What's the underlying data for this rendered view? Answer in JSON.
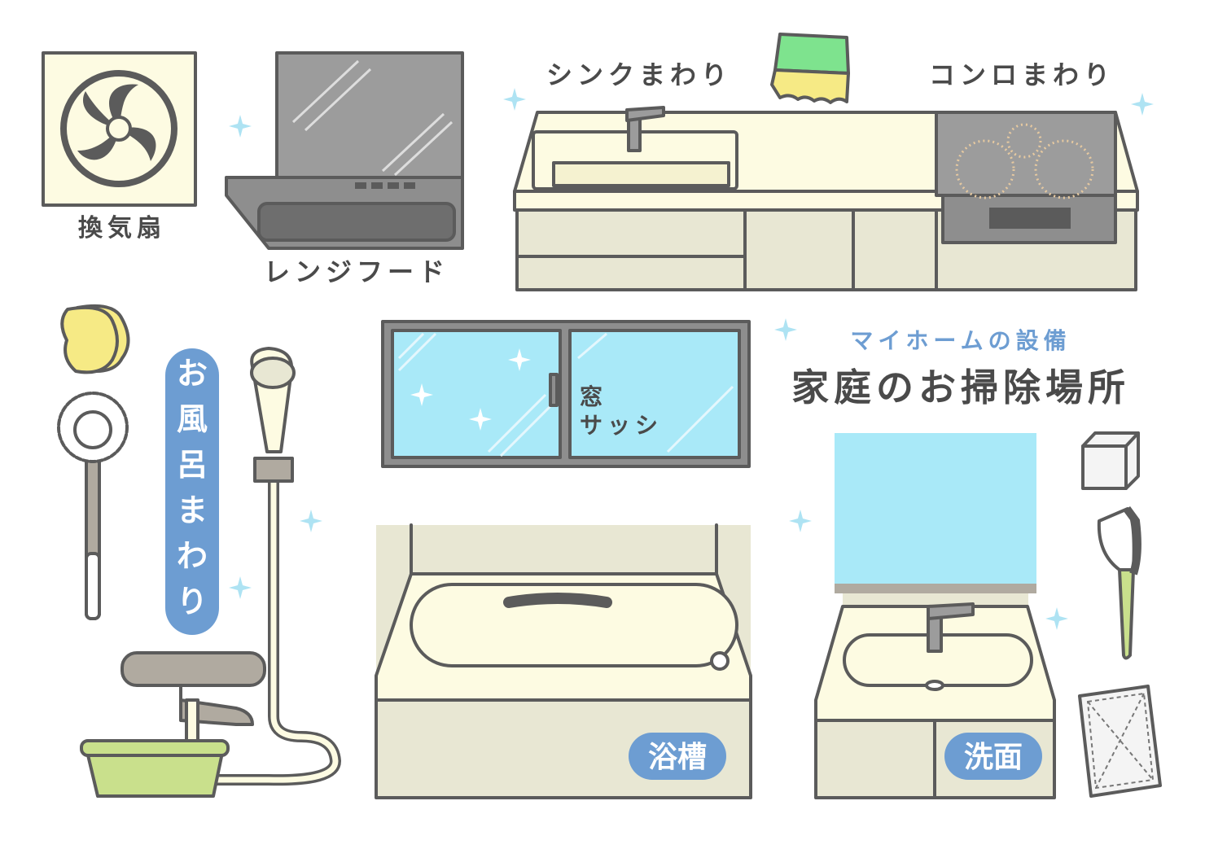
{
  "labels": {
    "fan": "換気扇",
    "range_hood": "レンジフード",
    "sink_area": "シンクまわり",
    "stove_area": "コンロまわり",
    "bath_area": [
      "お",
      "風",
      "呂",
      "ま",
      "わ",
      "り"
    ],
    "window_line1": "窓",
    "window_line2": "サッシ",
    "subtitle": "マイホームの設備",
    "title": "家庭のお掃除場所",
    "bathtub": "浴槽",
    "washbasin": "洗面"
  },
  "colors": {
    "outline": "#5b5b5b",
    "cream": "#fdfbe2",
    "cabinet": "#e8e7d3",
    "glass": "#a9e9f8",
    "badge": "#6d9dd2",
    "sparkle": "#aee3f3",
    "green": "#c9e08c",
    "gray": "#9c9c9c"
  }
}
